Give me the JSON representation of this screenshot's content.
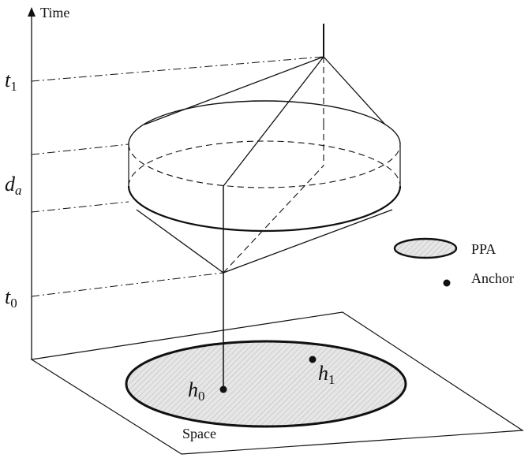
{
  "axes": {
    "time_label": "Time",
    "space_label": "Space"
  },
  "time_marks": {
    "t1": {
      "base": "t",
      "sub": "1"
    },
    "t0": {
      "base": "t",
      "sub": "0"
    },
    "da": {
      "base": "d",
      "sub": "a"
    }
  },
  "points": {
    "h0": {
      "base": "h",
      "sub": "0"
    },
    "h1": {
      "base": "h",
      "sub": "1"
    }
  },
  "legend": {
    "ppa_label": "PPA",
    "anchor_label": "Anchor"
  },
  "colors": {
    "ink": "#111111",
    "ppa_fill": "#e4e4e4"
  }
}
